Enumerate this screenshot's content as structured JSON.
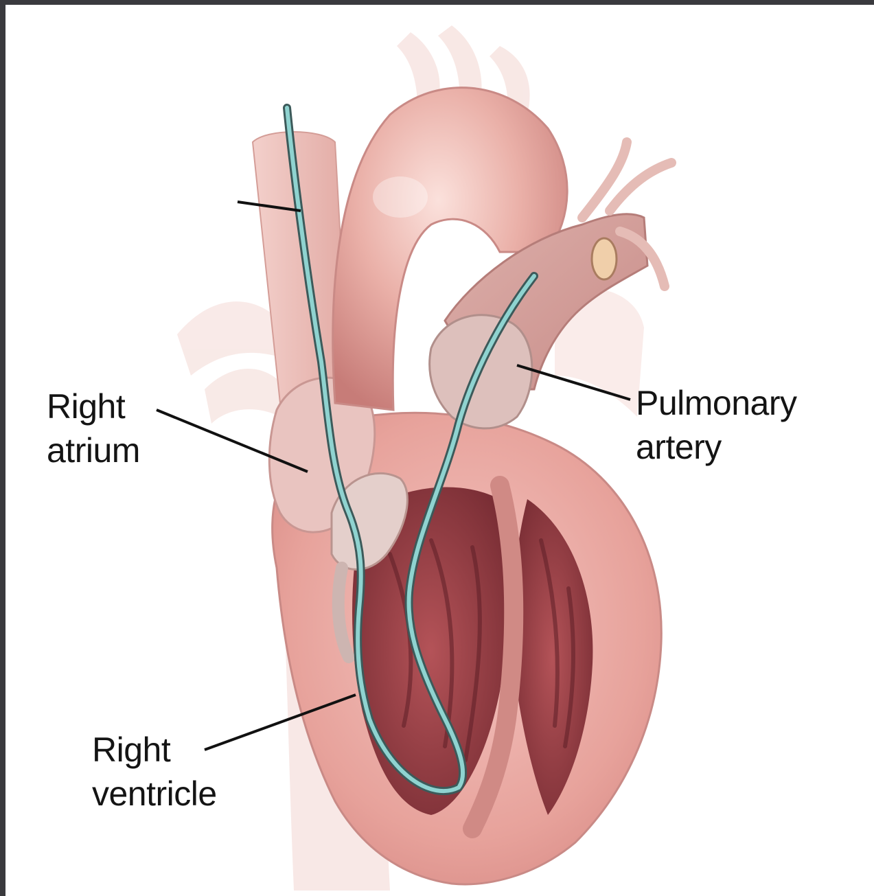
{
  "labels": {
    "right_atrium": {
      "line1": "Right",
      "line2": "atrium"
    },
    "pulmonary_artery": {
      "line1": "Pulmonary",
      "line2": "artery"
    },
    "right_ventricle": {
      "line1": "Right",
      "line2": "ventricle"
    }
  },
  "colors": {
    "background_frame": "#3a3a3e",
    "canvas": "#ffffff",
    "tissue_light": "#f1c3bd",
    "tissue_mid": "#e7a29b",
    "tissue_dark": "#b95a5a",
    "cavity": "#8e3a3f",
    "catheter": "#8fd3d0",
    "catheter_outline": "#3c5a5a",
    "leader_line": "#111111"
  },
  "icons": [
    "heart-illustration",
    "catheter-line"
  ]
}
